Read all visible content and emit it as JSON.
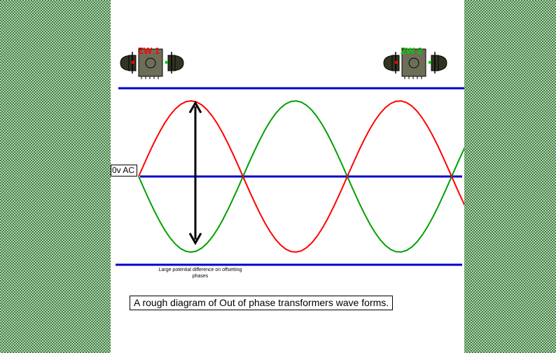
{
  "colors": {
    "phase_1": "#ff0000",
    "phase_2": "#00a000",
    "reference_lines": "#0000cc",
    "arrow": "#000000",
    "background_pattern": "checkered green and grey"
  },
  "transformers": [
    {
      "label": "ZW 1",
      "label_color": "#ff0000",
      "icon": "transformer-icon"
    },
    {
      "label": "ZW 2",
      "label_color": "#00d000",
      "icon": "transformer-icon"
    }
  ],
  "zero_line_label": "0v AC",
  "arrow_note": "Large potential difference on offsetting phases",
  "caption": "A rough diagram of Out of phase transformers wave forms."
}
